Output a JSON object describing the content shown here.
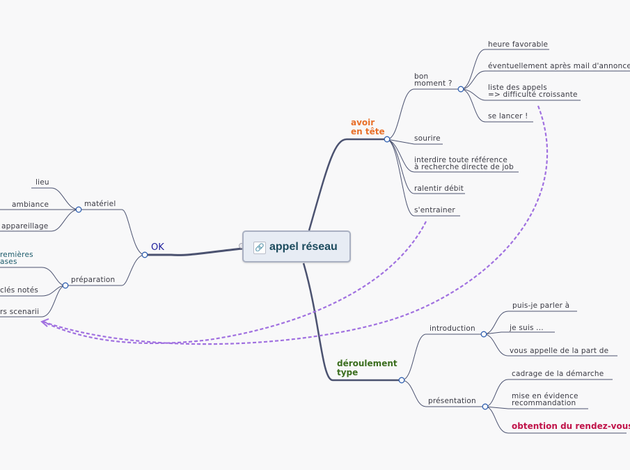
{
  "colors": {
    "line": "#4b5270",
    "relation": "#a070e0",
    "orange": "#e8702a",
    "green": "#3b6e1e",
    "crimson": "#c0144a",
    "ok_blue": "#1a1a9a"
  },
  "central": {
    "icon": "link-icon",
    "title": "appel réseau"
  },
  "left": {
    "ok": "OK",
    "materiel": {
      "label": "matériel",
      "children": [
        "lieu",
        "ambiance",
        "appareillage"
      ]
    },
    "preparation": {
      "label": "préparation",
      "children": [
        "remières\nases",
        "clés notés",
        "rs scenarii"
      ]
    }
  },
  "right": {
    "avoir": {
      "label": "avoir\nen tête",
      "bon_moment": {
        "label": "bon\nmoment ?",
        "children": [
          "heure favorable",
          "éventuellement après mail d'annonce",
          "liste des appels\n=> difficulté croissante",
          "se lancer !"
        ]
      },
      "children": [
        "sourire",
        "interdire toute référence\nà recherche directe de job",
        "ralentir débit",
        "s'entrainer"
      ]
    },
    "deroulement": {
      "label": "déroulement\ntype",
      "introduction": {
        "label": "introduction",
        "children": [
          "puis-je parler à",
          "je suis ...",
          "vous appelle de la part de"
        ]
      },
      "presentation": {
        "label": "présentation",
        "children": [
          "cadrage de la démarche",
          "mise en évidence\nrecommandation",
          "obtention du rendez-vous"
        ]
      }
    }
  }
}
